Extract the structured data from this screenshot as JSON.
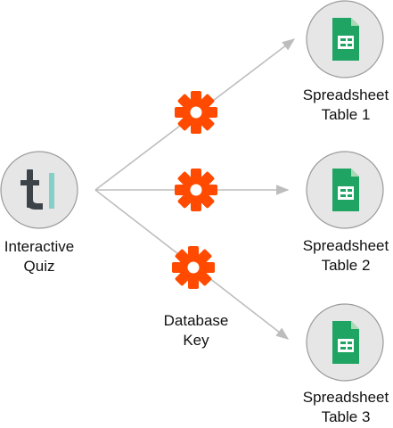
{
  "source": {
    "icon": "typeform-t-logo-icon",
    "label_line1": "Interactive",
    "label_line2": "Quiz"
  },
  "connector_icon": "zapier-asterisk-icon",
  "targets": [
    {
      "icon": "google-sheets-icon",
      "label_line1": "Spreadsheet",
      "label_line2": "Table 1"
    },
    {
      "icon": "google-sheets-icon",
      "label_line1": "Spreadsheet",
      "label_line2": "Table 2"
    },
    {
      "icon": "google-sheets-icon",
      "label_line1": "Spreadsheet",
      "label_line2": "Table 3"
    }
  ],
  "key_label": {
    "line1": "Database",
    "line2": "Key"
  },
  "colors": {
    "circle_fill": "#e6e6e6",
    "circle_stroke": "#9a9a9a",
    "arrow": "#bdbdbd",
    "zapier": "#ff4a00",
    "sheets_green": "#1fa463",
    "sheets_fold": "#a8dab5",
    "logo_dark": "#3d4449",
    "logo_teal": "#83d0c9"
  }
}
